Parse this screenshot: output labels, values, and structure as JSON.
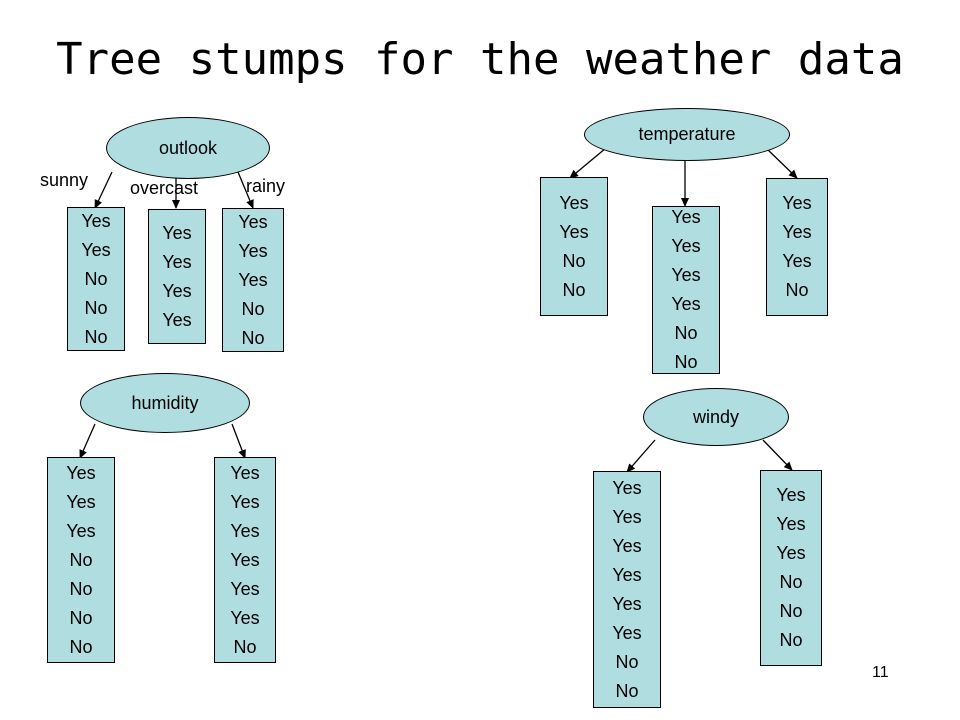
{
  "title": "Tree stumps for the weather data",
  "page_number": "11",
  "stumps": {
    "outlook": {
      "label": "outlook",
      "branches": [
        "sunny",
        "overcast",
        "rainy"
      ],
      "leaves": [
        [
          "Yes",
          "Yes",
          "No",
          "No",
          "No"
        ],
        [
          "Yes",
          "Yes",
          "Yes",
          "Yes"
        ],
        [
          "Yes",
          "Yes",
          "Yes",
          "No",
          "No"
        ]
      ]
    },
    "temperature": {
      "label": "temperature",
      "leaves": [
        [
          "Yes",
          "Yes",
          "No",
          "No"
        ],
        [
          "Yes",
          "Yes",
          "Yes",
          "Yes",
          "No",
          "No"
        ],
        [
          "Yes",
          "Yes",
          "Yes",
          "No"
        ]
      ]
    },
    "humidity": {
      "label": "humidity",
      "leaves": [
        [
          "Yes",
          "Yes",
          "Yes",
          "No",
          "No",
          "No",
          "No"
        ],
        [
          "Yes",
          "Yes",
          "Yes",
          "Yes",
          "Yes",
          "Yes",
          "No"
        ]
      ]
    },
    "windy": {
      "label": "windy",
      "leaves": [
        [
          "Yes",
          "Yes",
          "Yes",
          "Yes",
          "Yes",
          "Yes",
          "No",
          "No"
        ],
        [
          "Yes",
          "Yes",
          "Yes",
          "No",
          "No",
          "No"
        ]
      ]
    }
  },
  "colors": {
    "node_fill": "#b0dde0",
    "stroke": "#000000"
  }
}
